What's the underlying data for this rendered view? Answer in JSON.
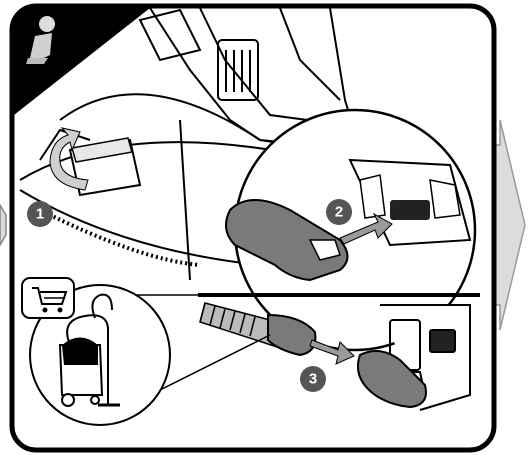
{
  "steps": [
    {
      "number": "1",
      "action": "open-flap"
    },
    {
      "number": "2",
      "action": "insert-adapter"
    },
    {
      "number": "3",
      "action": "attach-vacuum-hose"
    }
  ],
  "icons": {
    "top_left": "person-kneeling-icon",
    "shopping": "shopping-cart-icon",
    "vacuum": "wet-dry-vacuum-icon",
    "left_nav": "chevron-left-icon",
    "right_nav": "chevron-right-icon"
  },
  "colors": {
    "frame": "#000000",
    "background": "#ffffff",
    "step_badge": "#555555",
    "arrow": "#9a9a9a",
    "adapter": "#7a7a7a",
    "nav_arrow": "#d9d9d9"
  }
}
